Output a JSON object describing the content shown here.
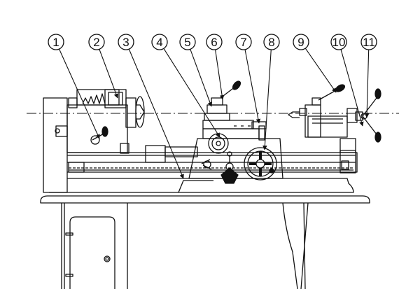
{
  "diagram": {
    "callouts": [
      {
        "number": "1"
      },
      {
        "number": "2"
      },
      {
        "number": "3"
      },
      {
        "number": "4"
      },
      {
        "number": "5"
      },
      {
        "number": "6"
      },
      {
        "number": "7"
      },
      {
        "number": "8"
      },
      {
        "number": "9"
      },
      {
        "number": "10"
      },
      {
        "number": "11"
      }
    ],
    "colors": {
      "line": "#111111",
      "background": "#ffffff",
      "shade": "#333333"
    }
  }
}
